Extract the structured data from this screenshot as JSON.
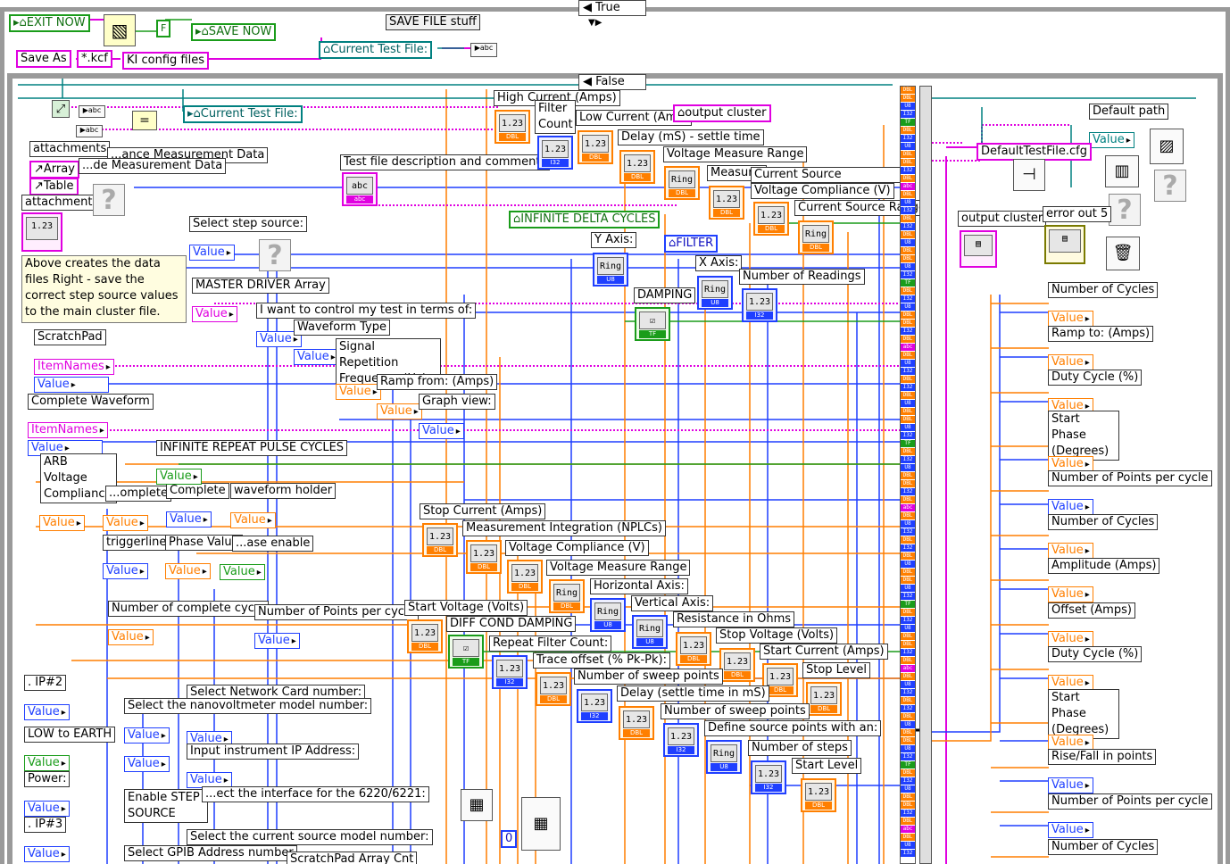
{
  "case_structure": {
    "outer_selector": "True",
    "inner_selector": "False"
  },
  "top": {
    "exit_now": "EXIT NOW",
    "save_now": "SAVE NOW",
    "save_file_stuff": "SAVE FILE stuff",
    "current_test_file": "Current Test File:",
    "save_as": "Save As",
    "kcf": "*.kcf",
    "ki_config_files": "KI config files",
    "f_const": "F"
  },
  "left": {
    "current_test_file": "Current Test File:",
    "attachments": "attachments",
    "resistance_measurement_data_a": "...ance Measurement Data",
    "resistance_measurement_data_b": "...de Measurement Data",
    "array": "Array",
    "table": "Table",
    "attachments2": "attachments",
    "note": "Above creates the data files Right - save the correct step source values to the main cluster file.",
    "select_step_source": "Select step source:",
    "master_driver_array": "MASTER DRIVER Array",
    "scratchpad": "ScratchPad",
    "itemnames": "ItemNames",
    "value": "Value",
    "complete_waveform": "Complete Waveform",
    "itemnames2": "ItemNames",
    "arb_voltage_compliance": "ARB Voltage Compliance",
    "omplete": "...omplete",
    "complete": "Complete",
    "waveform_holder": "waveform holder",
    "triggerline": "triggerline",
    "phase_value": "Phase Value",
    "ase_enable": "...ase enable",
    "number_of_complete_cyc": "Number of complete cyc...",
    "number_of_points_per_cyc": "Number of Points per cyc...",
    "ip2": ". IP#2",
    "low_to_earth": "LOW to EARTH",
    "power": "Power:",
    "ip3": ". IP#3",
    "select_network_card": "Select Network Card number:",
    "select_nanovoltmeter": "Select the nanovoltmeter model number:",
    "input_instrument_ip": "Input instrument IP Address:",
    "enable_step_source": "Enable STEP SOURCE",
    "select_interface": "...ect the interface for the 6220/6221:",
    "select_current_source": "Select the current source model number:",
    "select_gpib": "Select GPIB Address number",
    "scratchpad_array_cnt": "ScratchPad Array Cnt",
    "zero_const": "0"
  },
  "middle": {
    "test_file_description": "Test file description and comments",
    "high_current": "High Current (Amps)",
    "filter_count": "Filter Count",
    "low_current": "Low Current (Am...",
    "delay_settle": "Delay (mS) - settle time",
    "voltage_measure_range": "Voltage Measure Range",
    "measur": "Measur...",
    "current_source": "Current Source",
    "voltage_compliance": "Voltage Compliance (V)",
    "current_source_range": "Current Source Range",
    "output_cluster_ind": "output cluster",
    "infinite_delta_cycles": "INFINITE DELTA CYCLES",
    "y_axis": "Y Axis:",
    "filter": "FILTER",
    "x_axis": "X Axis:",
    "number_of_readings": "Number of Readings",
    "damping": "DAMPING",
    "i_want_to_control": "I want to control my test in terms of:",
    "waveform_type": "Waveform Type",
    "signal_repetition": "Signal Repetition Frequency (Hz)",
    "ramp_from": "Ramp from: (Amps)",
    "graph_view": "Graph view:",
    "infinite_repeat_pulse_cycles": "INFINITE REPEAT PULSE CYCLES",
    "stop_current": "Stop Current (Amps)",
    "measurement_integration": "Measurement Integration (NPLCs)",
    "voltage_compliance2": "Voltage Compliance (V)",
    "voltage_measure_range2": "Voltage Measure Range",
    "horizontal_axis": "Horizontal Axis:",
    "vertical_axis": "Vertical Axis:",
    "resistance_in_ohms": "Resistance in Ohms",
    "start_voltage": "Start Voltage  (Volts)",
    "diff_cond_damping": "DIFF COND DAMPING",
    "repeat_filter_count": "Repeat Filter Count:",
    "stop_voltage": "Stop Voltage (Volts)",
    "start_current": "Start Current (Amps)",
    "trace_offset": "Trace offset (% Pk-Pk):",
    "stop_level": "Stop Level",
    "number_of_sweep_points": "Number of sweep points",
    "delay_settle_ms": "Delay (settle time in mS)",
    "number_of_sweep_points2": "Number of sweep points",
    "define_source_points": "Define source points with an:",
    "number_of_steps": "Number of steps",
    "start_level": "Start Level"
  },
  "right": {
    "default_path": "Default path",
    "value": "Value",
    "default_test_file": "DefaultTestFile.cfg",
    "output_cluster": "output cluster",
    "error_out_5": "error out 5",
    "fields": [
      "Number of Cycles",
      "Ramp to: (Amps)",
      "Duty Cycle (%)",
      "Start Phase (Degrees)",
      "Number of Points per cycle",
      "Number of Cycles",
      "Amplitude (Amps)",
      "Offset (Amps)",
      "Duty Cycle (%)",
      "Start Phase (Degrees)",
      "Rise/Fall in points",
      "Number of Points per cycle",
      "Number of Cycles"
    ]
  },
  "terminal_tags": {
    "dbl": "DBL",
    "i32": "I32",
    "u8": "U8",
    "tf": "TF",
    "ring": "Ring",
    "num": "1.23",
    "abc": "abc"
  },
  "colors": {
    "double_wire": "#ff7f00",
    "integer_wire": "#1f3fff",
    "string_wire": "#e000e0",
    "boolean_wire": "#1a9c1a",
    "path_wire": "#008080",
    "frame": "#9a9a9a"
  }
}
